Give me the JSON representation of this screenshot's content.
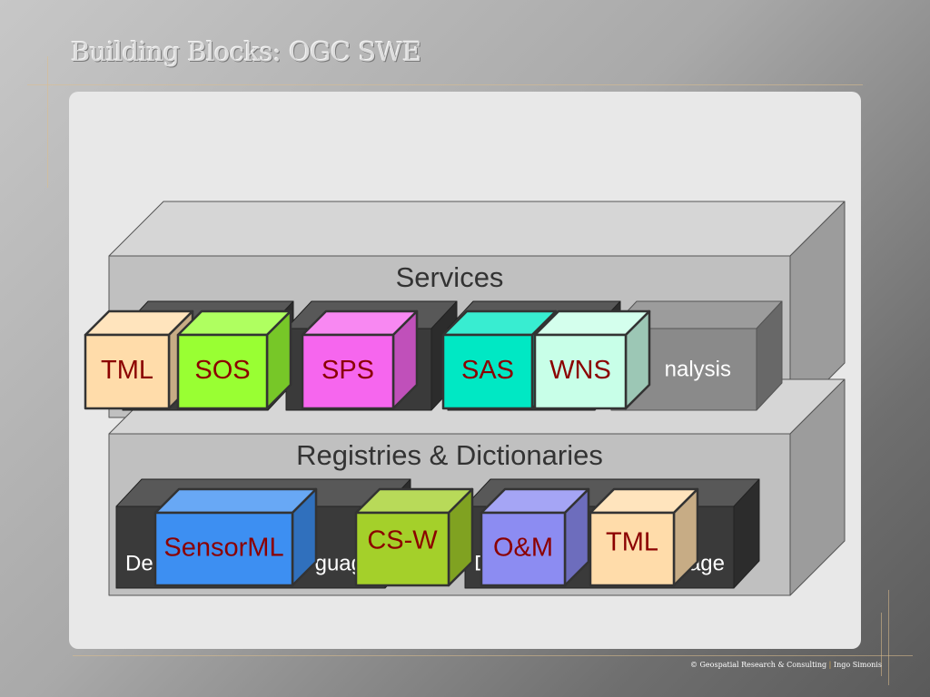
{
  "slide": {
    "title": "Building Blocks: OGC SWE",
    "footer_org": "© Geospatial Research & Consulting",
    "footer_author": "Ingo Simonis"
  },
  "diagram": {
    "layers": [
      {
        "label": "Services"
      },
      {
        "label": "Registries & Dictionaries"
      }
    ],
    "dark_blocks": [
      {
        "text": ""
      },
      {
        "text": ""
      },
      {
        "text": ""
      },
      {
        "text": "nalysis"
      },
      {
        "text": "De"
      },
      {
        "text": "guag"
      },
      {
        "text": "D"
      },
      {
        "text": "age"
      }
    ],
    "cubes": [
      {
        "label": "TML",
        "color": "#ffdcaa"
      },
      {
        "label": "SOS",
        "color": "#99ff33"
      },
      {
        "label": "SPS",
        "color": "#f666ee"
      },
      {
        "label": "SAS",
        "color": "#00e8c4"
      },
      {
        "label": "WNS",
        "color": "#c8ffe8"
      },
      {
        "label": "SensorML",
        "color": "#3d8ff2"
      },
      {
        "label": "CS-W",
        "color": "#a4d02a"
      },
      {
        "label": "O&M",
        "color": "#8c8cf2"
      },
      {
        "label": "TML",
        "color": "#ffdcaa"
      }
    ],
    "colors": {
      "layer_front": "#c0c0c0",
      "layer_top": "#d6d6d6",
      "layer_side": "#9c9c9c",
      "label_text": "#333333",
      "cube_text": "#8b0000",
      "dark_block": "#3a3a3a",
      "light_block": "#8a8a8a"
    }
  }
}
